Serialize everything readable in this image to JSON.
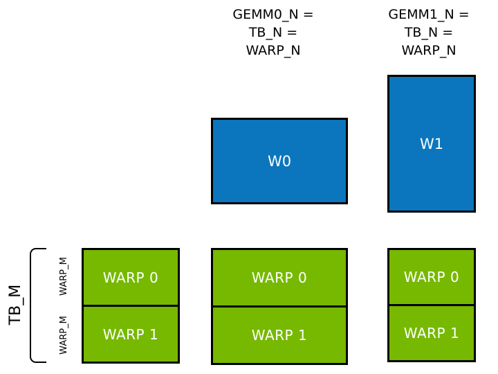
{
  "colors": {
    "blue_tile": "#0B76BD",
    "green_tile": "#76B900",
    "border": "#000000",
    "tile_text": "#FFFFFF",
    "label_text": "#000000",
    "background": "#FFFFFF"
  },
  "header_labels": {
    "gemm0": {
      "lines": [
        "GEMM0_N =",
        "TB_N =",
        "WARP_N"
      ]
    },
    "gemm1": {
      "lines": [
        "GEMM1_N =",
        "TB_N =",
        "WARP_N"
      ]
    }
  },
  "warp_tiles": {
    "w0": "W0",
    "w1": "W1"
  },
  "warp_groups": [
    {
      "rows": [
        "WARP 0",
        "WARP 1"
      ]
    },
    {
      "rows": [
        "WARP 0",
        "WARP 1"
      ]
    },
    {
      "rows": [
        "WARP 0",
        "WARP 1"
      ]
    }
  ],
  "side_labels": {
    "tb_m": "TB_M",
    "warp_m_top": "WARP_M",
    "warp_m_bottom": "WARP_M"
  }
}
